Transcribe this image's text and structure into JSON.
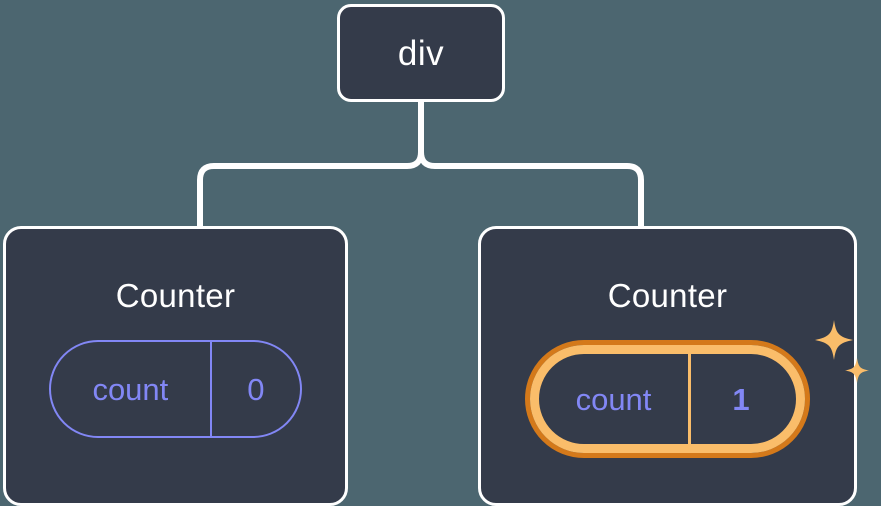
{
  "diagram": {
    "type": "component-tree",
    "background_color": "#4c6670",
    "node_fill_color": "#343b4a",
    "node_border_color": "#ffffff",
    "connector_color": "#ffffff",
    "accent_purple": "#8287f5",
    "highlight_orange_outer": "#d4791a",
    "highlight_orange_inner": "#fabd6a",
    "root": {
      "label": "div"
    },
    "children": [
      {
        "label": "Counter",
        "state": {
          "key": "count",
          "value": "0"
        },
        "highlighted": false
      },
      {
        "label": "Counter",
        "state": {
          "key": "count",
          "value": "1"
        },
        "highlighted": true,
        "sparkle_icons": [
          "sparkle-large",
          "sparkle-small"
        ]
      }
    ]
  }
}
